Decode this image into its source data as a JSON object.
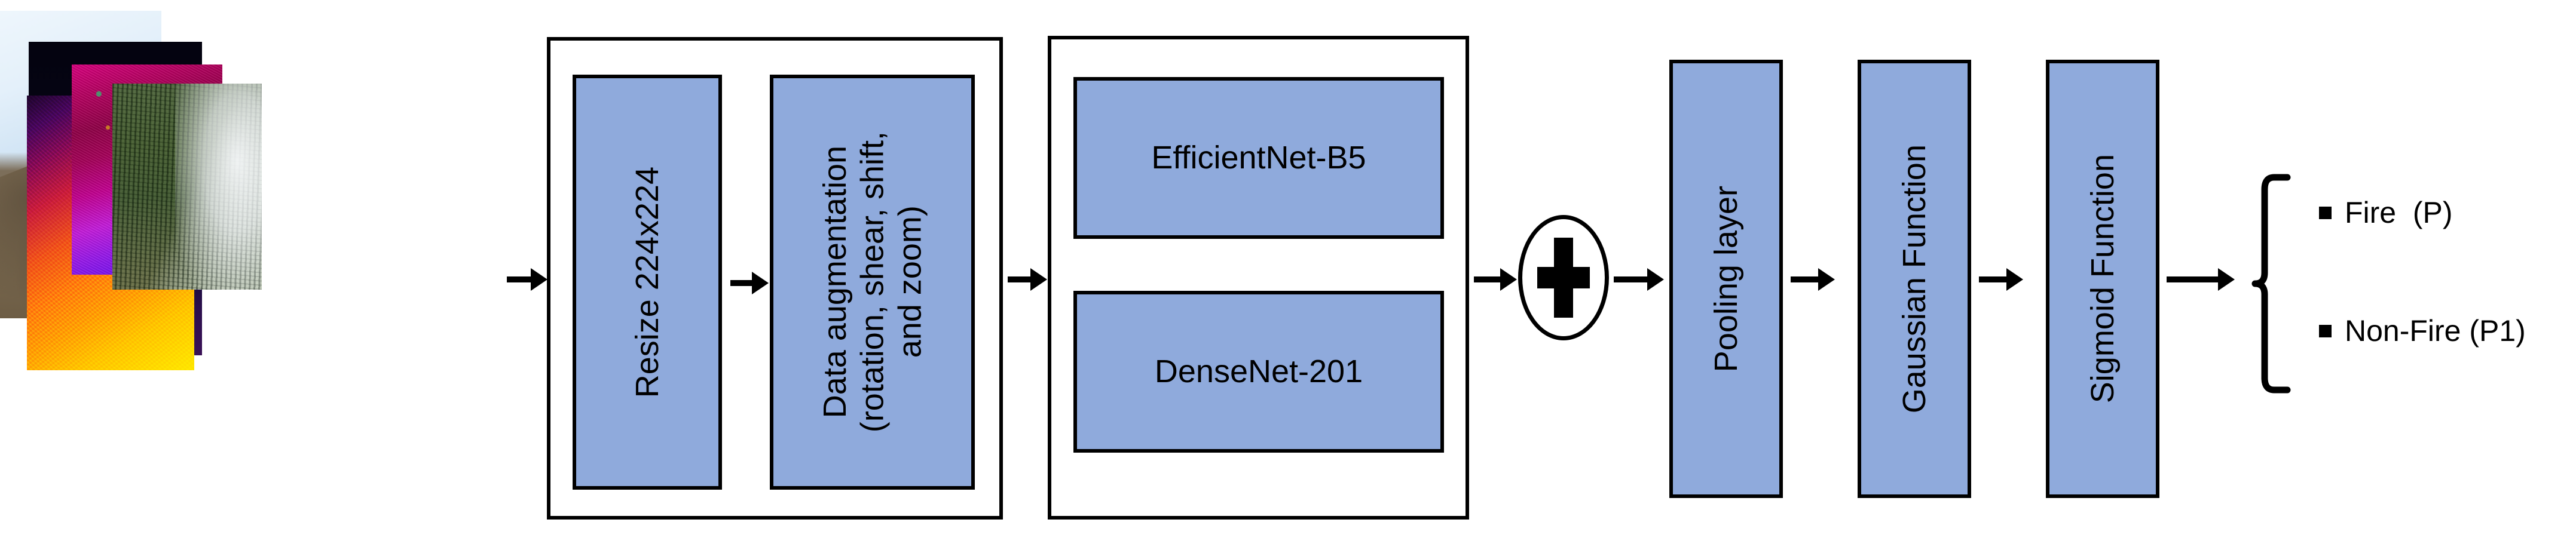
{
  "diagram": {
    "title": "Wildfire detection deep-learning pipeline",
    "accent_color": "#8FAADC",
    "line_color": "#000000",
    "background_color": "#FFFFFF"
  },
  "input_stack": {
    "name": "input-image-stack",
    "images": [
      {
        "name": "sky-hillside-photo",
        "type": "rgb"
      },
      {
        "name": "dark-thermal-photo",
        "type": "thermal"
      },
      {
        "name": "hot-thermal-photo",
        "type": "thermal"
      },
      {
        "name": "false-color-ndvi-photo",
        "type": "false-color"
      },
      {
        "name": "forest-fire-smoke-photo",
        "type": "rgb"
      }
    ]
  },
  "preprocessing": {
    "name": "preprocessing-stage",
    "steps": [
      {
        "label": "Resize 224x224"
      },
      {
        "label": "Data augmentation\n(rotation, shear, shift,\nand zoom)"
      }
    ]
  },
  "backbones": {
    "name": "feature-extraction-stage",
    "models": [
      {
        "label": "EfficientNet-B5"
      },
      {
        "label": "DenseNet-201"
      }
    ]
  },
  "fusion": {
    "name": "feature-fusion-node",
    "symbol": "plus-icon",
    "label": "+"
  },
  "head": {
    "name": "classification-head",
    "layers": [
      {
        "label": "Pooling  layer"
      },
      {
        "label": "Gaussian Function"
      },
      {
        "label": "Sigmoid Function"
      }
    ]
  },
  "output": {
    "name": "output-classes",
    "classes": [
      {
        "label": "Fire  (P)"
      },
      {
        "label": "Non-Fire (P1)"
      }
    ]
  },
  "arrows": [
    {
      "name": "arrow-input-to-preprocessing"
    },
    {
      "name": "arrow-resize-to-augmentation"
    },
    {
      "name": "arrow-preprocessing-to-backbones"
    },
    {
      "name": "arrow-backbones-to-fusion"
    },
    {
      "name": "arrow-fusion-to-pooling"
    },
    {
      "name": "arrow-pooling-to-gaussian"
    },
    {
      "name": "arrow-gaussian-to-sigmoid"
    },
    {
      "name": "arrow-sigmoid-to-output"
    }
  ]
}
